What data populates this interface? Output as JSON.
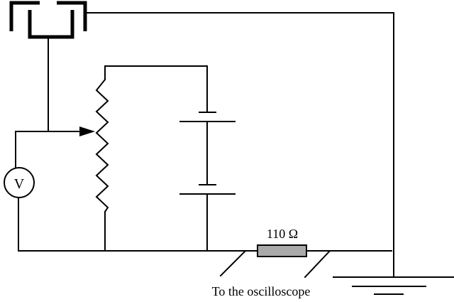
{
  "labels": {
    "resistor_value": "110 Ω",
    "oscilloscope": "To the oscilloscope",
    "voltmeter": "V"
  },
  "colors": {
    "line": "#000000",
    "resistor_fill": "#aaaaaa",
    "background": "#ffffff"
  }
}
